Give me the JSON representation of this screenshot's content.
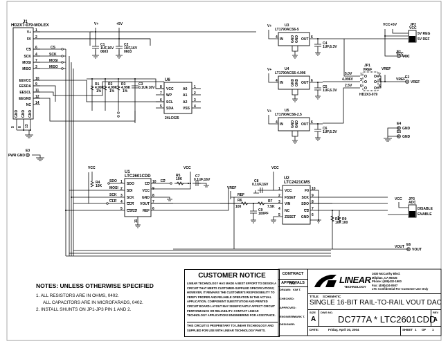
{
  "schematic": {
    "connector_j1": {
      "ref": "J1",
      "part": "HD2X7-079-MOLEX",
      "pins": [
        {
          "name": "V+",
          "num": "1"
        },
        {
          "name": "5V",
          "num": "2"
        },
        {
          "name": "CS",
          "num": "6"
        },
        {
          "name": "SCK",
          "num": "4"
        },
        {
          "name": "MOSI",
          "num": "7"
        },
        {
          "name": "MISO",
          "num": "3"
        },
        {
          "name": "EEVCC",
          "num": "10"
        },
        {
          "name": "EESDA",
          "num": "9"
        },
        {
          "name": "EESCL",
          "num": "11"
        },
        {
          "name": "EEGND",
          "num": "12"
        },
        {
          "name": "NC",
          "num": "14"
        }
      ],
      "gnd_pins": [
        {
          "name": "GND",
          "num": "5"
        },
        {
          "name": "GND",
          "num": "8"
        },
        {
          "name": "GND",
          "num": "13"
        }
      ]
    },
    "net_labels": {
      "cs": "CS",
      "sck": "SCK",
      "mosi": "MOSI",
      "miso": "MISO",
      "vplus": "V+",
      "plus5v": "+5V",
      "vcc": "VCC",
      "vref": "VREF",
      "ref": "REF",
      "vout": "VOUT",
      "ld": "LD",
      "sdo": "SDO",
      "clr": "CLR",
      "v50": "5.0V",
      "v4096": "4.096V",
      "v25": "2.5V"
    },
    "caps": {
      "c1": {
        "ref": "C1",
        "value": "1UF,16V",
        "pkg": "0603"
      },
      "c2": {
        "ref": "C2",
        "value": "1UF,16V",
        "pkg": "0603"
      },
      "c3": {
        "ref": "C3",
        "value": "0.1UF,16V"
      },
      "c4": {
        "ref": "C4",
        "value": "1UF,6.3V"
      },
      "c5": {
        "ref": "C5",
        "value": "1UF,6.3V"
      },
      "c6": {
        "ref": "C6",
        "value": "1UF,6.3V"
      },
      "c7": {
        "ref": "C7",
        "value": "0.1UF,16V"
      },
      "c8": {
        "ref": "C8",
        "value": "0.1UF,16V"
      },
      "c9": {
        "ref": "C9",
        "value": "100PF"
      }
    },
    "resistors": {
      "r1": {
        "ref": "R1",
        "value": "4.99K",
        "tol": "1%"
      },
      "r2": {
        "ref": "R2",
        "value": "4.99K",
        "tol": "1%"
      },
      "r3": {
        "ref": "R3",
        "value": "4.99K",
        "tol": "1%"
      },
      "r4": {
        "ref": "R4",
        "value": "10K"
      },
      "r5": {
        "ref": "R5",
        "value": "10K"
      },
      "r6": {
        "ref": "R6",
        "value": "100"
      },
      "r7": {
        "ref": "R7",
        "value": "7.5K"
      },
      "r8": {
        "ref": "R8",
        "value": "10K"
      },
      "r9": {
        "ref": "R9",
        "value": "100"
      }
    },
    "u6": {
      "ref": "U6",
      "part": "24LC025",
      "left_pins": [
        {
          "num": "8",
          "name": "VCC"
        },
        {
          "num": "7",
          "name": "WP"
        },
        {
          "num": "6",
          "name": "SCL"
        },
        {
          "num": "5",
          "name": "SDA"
        }
      ],
      "right_pins": [
        {
          "num": "1",
          "name": "A0"
        },
        {
          "num": "2",
          "name": "A1"
        },
        {
          "num": "3",
          "name": "A2"
        },
        {
          "num": "4",
          "name": "VSS"
        }
      ]
    },
    "regulators": [
      {
        "ref": "U3",
        "part": "LT1790ACS6-5",
        "in": "IN",
        "out": "OUT",
        "gnd": "GND",
        "in_num": "4",
        "out_num": "6",
        "gnd_nums": [
          "1",
          "2"
        ]
      },
      {
        "ref": "U4",
        "part": "LT1790ACS6-4.096",
        "in": "IN",
        "out": "OUT",
        "gnd": "GND",
        "in_num": "4",
        "out_num": "6",
        "gnd_nums": [
          "1",
          "2"
        ]
      },
      {
        "ref": "U5",
        "part": "LT1790ACS6-2.5",
        "in": "IN",
        "out": "OUT",
        "gnd": "GND",
        "in_num": "4",
        "out_num": "6",
        "gnd_nums": [
          "1",
          "2"
        ]
      }
    ],
    "jp1": {
      "ref": "JP1",
      "label": "VREF",
      "part": "HD2X3-079",
      "pins": [
        "1",
        "2",
        "3",
        "4",
        "5",
        "6"
      ]
    },
    "jp2": {
      "ref": "JP2",
      "label": "VCC",
      "opt1": "5V REG",
      "opt2": "5V REF"
    },
    "jp3": {
      "ref": "JP3",
      "label": "ADC",
      "opt1": "DISABLE",
      "opt2": "ENABLE"
    },
    "turrets": [
      {
        "ref": "E1",
        "label": "VCC"
      },
      {
        "ref": "E2",
        "label": "VREF"
      },
      {
        "ref": "E3",
        "label": "PWR GND"
      },
      {
        "ref": "E4",
        "label": "GND"
      },
      {
        "ref": "E5",
        "label": "GND"
      },
      {
        "ref": "E6",
        "label": "VOUT"
      }
    ],
    "u1": {
      "ref": "U1",
      "part": "LTC2601CDD",
      "left_pins": [
        {
          "num": "1",
          "name": "SDO"
        },
        {
          "num": "2",
          "name": "SDI"
        },
        {
          "num": "3",
          "name": "SCK"
        },
        {
          "num": "4",
          "name": "CLR"
        },
        {
          "num": "5",
          "name": "CS/LD"
        }
      ],
      "right_pins": [
        {
          "num": "10",
          "name": "LD"
        },
        {
          "num": "9",
          "name": "VCC"
        },
        {
          "num": "8",
          "name": "GND"
        },
        {
          "num": "7",
          "name": "VOUT"
        },
        {
          "num": "6",
          "name": "REF"
        }
      ],
      "bottom_pin": {
        "num": "11",
        "name": "GND"
      }
    },
    "u2": {
      "ref": "U2",
      "part": "LTC2421CMS",
      "left_pins": [
        {
          "num": "1",
          "name": "VCC"
        },
        {
          "num": "2",
          "name": "FSSET"
        },
        {
          "num": "3",
          "name": "VIN"
        },
        {
          "num": "4",
          "name": "NC"
        },
        {
          "num": "5",
          "name": "ZSSET"
        }
      ],
      "right_pins": [
        {
          "num": "10",
          "name": "F0"
        },
        {
          "num": "9",
          "name": "SCK"
        },
        {
          "num": "8",
          "name": "SDO"
        },
        {
          "num": "7",
          "name": "CS"
        },
        {
          "num": "6",
          "name": "GND"
        }
      ]
    }
  },
  "notes": {
    "title": "NOTES:  UNLESS OTHERWISE SPECIFIED",
    "items": [
      "1.  ALL RESISTORS ARE IN OHMS, 0402.",
      "ALL CAPACITORS ARE IN MICROFARADS, 0402.",
      "2.  INSTALL SHUNTS ON JP1-JP3 PIN 1 AND 2."
    ]
  },
  "customer_notice": {
    "title": "CUSTOMER NOTICE",
    "body": "LINEAR TECHNOLOGY HAS MADE A BEST EFFORT TO DESIGN A CIRCUIT THAT MEETS CUSTOMER-SUPPLIED SPECIFICATIONS; HOWEVER, IT REMAINS THE CUSTOMER'S RESPONSIBILITY TO VERIFY PROPER AND RELIABLE OPERATION IN THE ACTUAL APPLICATION. COMPONENT SUBSTITUTION AND PRINTED CIRCUIT BOARD LAYOUT MAY SIGNIFICANTLY AFFECT CIRCUIT PERFORMANCE OR RELIABILITY. CONTACT LINEAR TECHNOLOGY APPLICATIONS ENGINEERING FOR ASSISTANCE.",
    "footer": "THIS CIRCUIT IS PROPRIETARY TO LINEAR TECHNOLOGY AND SUPPLIED FOR USE WITH LINEAR TECHNOLOGY PARTS."
  },
  "title_block": {
    "contract_no": "CONTRACT NO.",
    "approvals": "APPROVALS",
    "drawn_label": "DRAWN:",
    "drawn_value": "KIM T.",
    "checked_label": "CHECKED:",
    "approved_label": "APPROVED:",
    "engineer_label": "ENGINEER:",
    "engineer_value": "MARK T.",
    "designer_label": "DESIGNER:",
    "company_name": "LINEAR",
    "company_sub": "TECHNOLOGY",
    "address": [
      "1630 McCarthy Blvd.",
      "Milpitas, CA 95035",
      "Phone: (408)432-1900",
      "Fax: (408)434-0507",
      "LTC Confidential-For Customer Use Only"
    ],
    "title_label": "TITLE:",
    "title_type": "SCHEMATIC",
    "title": "SINGLE 16-BIT RAIL-TO-RAIL VOUT DAC",
    "size_label": "SIZE",
    "size": "A",
    "dwg_label": "DWG NO.",
    "dwg": "DC777A * LTC2601CDD",
    "rev_label": "REV",
    "rev": "A",
    "date_label": "DATE:",
    "date": "Friday, April 30, 2004",
    "sheet_label": "SHEET",
    "sheet": "1",
    "of_label": "OF",
    "sheets": "1"
  }
}
